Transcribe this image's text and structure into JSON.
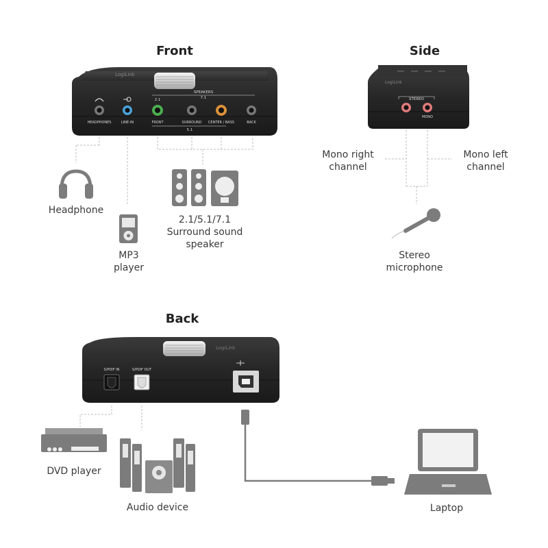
{
  "sections": {
    "front": "Front",
    "side": "Side",
    "back": "Back"
  },
  "device": {
    "brand": "LogiLink",
    "front_ports": {
      "headphones": "HEADPHONES",
      "line_in": "LINE-IN",
      "front": "FRONT",
      "surround": "SURROUND",
      "center_bass": "CENTER / BASS",
      "back": "BACK",
      "speakers_group": "SPEAKERS",
      "group_71": "7.1",
      "group_51": "5.1",
      "group_21": "2.1"
    },
    "side_ports": {
      "stereo": "STEREO",
      "mono": "MONO"
    },
    "back_ports": {
      "spdif_in": "S/PDIF IN",
      "spdif_out": "S/PDIF OUT"
    }
  },
  "captions": {
    "headphone": [
      "Headphone"
    ],
    "mp3": [
      "MP3",
      "player"
    ],
    "speaker": [
      "2.1/5.1/7.1",
      "Surround sound",
      "speaker"
    ],
    "mono_right": [
      "Mono right",
      "channel"
    ],
    "mono_left": [
      "Mono left",
      "channel"
    ],
    "microphone": [
      "Stereo",
      "microphone"
    ],
    "dvd": [
      "DVD player"
    ],
    "audio_device": [
      "Audio device"
    ],
    "laptop": [
      "Laptop"
    ]
  },
  "colors": {
    "device_body": "#2b2b2b",
    "jack_green": "#4caf50",
    "jack_blue": "#4aa3d8",
    "jack_orange": "#d9913a",
    "jack_pink": "#e07a7a",
    "icon_gray": "#7c7c7c",
    "line_gray": "#bdbdbd"
  }
}
